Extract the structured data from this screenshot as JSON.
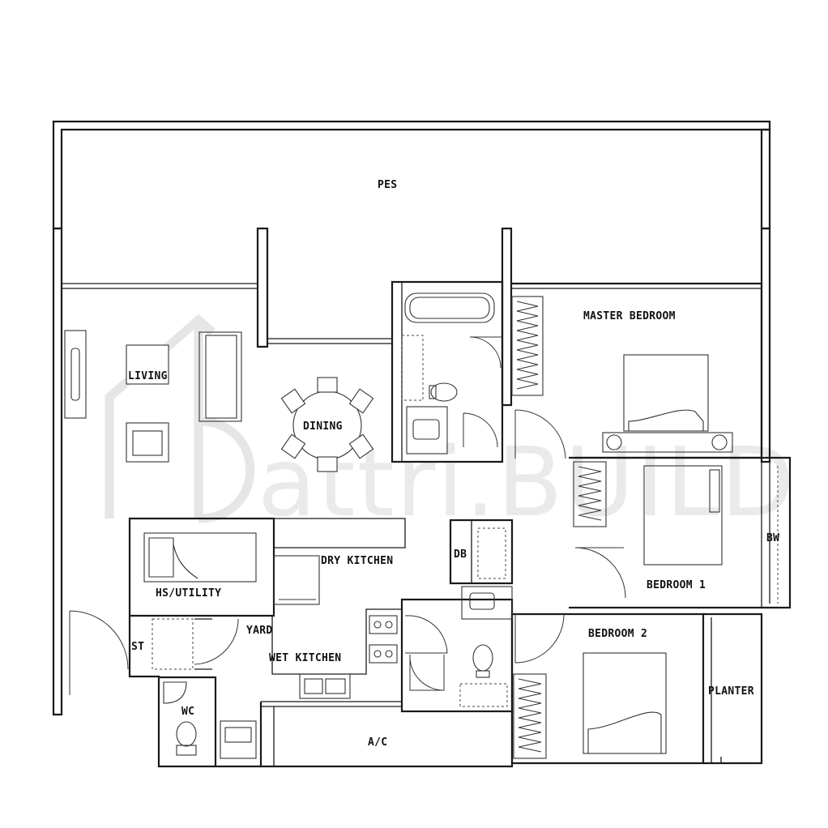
{
  "rooms": {
    "pes": "PES",
    "master_bedroom": "MASTER BEDROOM",
    "living": "LIVING",
    "dining": "DINING",
    "dry_kitchen": "DRY KITCHEN",
    "hs_utility": "HS/UTILITY",
    "db": "DB",
    "bw": "BW",
    "bedroom_1": "BEDROOM 1",
    "yard": "YARD",
    "st": "ST",
    "wet_kitchen": "WET KITCHEN",
    "bedroom_2": "BEDROOM 2",
    "planter": "PLANTER",
    "wc": "WC",
    "ac": "A/C"
  },
  "watermark": {
    "text": "attri.BUILD"
  },
  "colors": {
    "line": "#1a1a1a",
    "watermark": "#d9d9d9",
    "background": "#ffffff"
  }
}
